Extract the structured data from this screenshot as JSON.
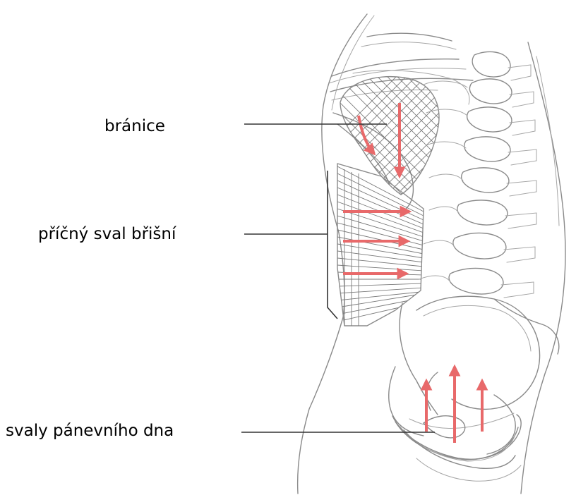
{
  "labels": {
    "diaphragm": "bránice",
    "transverse_abdominis": "příčný sval břišní",
    "pelvic_floor": "svaly pánevního dna"
  },
  "colors": {
    "arrow": "#e8696a",
    "sketch": "#8a8a8a",
    "leader": "#333333"
  }
}
